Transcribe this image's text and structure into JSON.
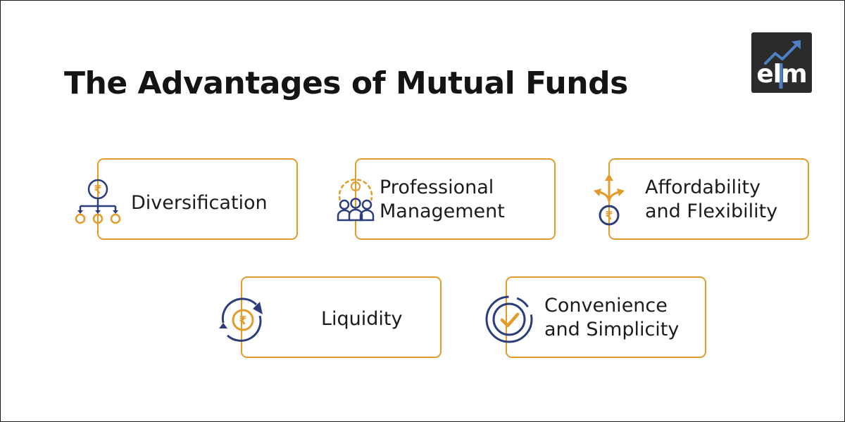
{
  "title": "The Advantages of Mutual Funds",
  "logo": {
    "text": "elm",
    "accent_color": "#4d7fc4",
    "background_color": "#2b2b2b"
  },
  "colors": {
    "card_border": "#e39b2a",
    "icon_orange": "#e39b2a",
    "icon_navy": "#2c3e7a"
  },
  "advantages": [
    {
      "icon": "diversification-icon",
      "line1": "Diversification",
      "line2": ""
    },
    {
      "icon": "professional-management-icon",
      "line1": "Professional",
      "line2": "Management"
    },
    {
      "icon": "affordability-flexibility-icon",
      "line1": "Affordability",
      "line2": "and Flexibility"
    },
    {
      "icon": "liquidity-icon",
      "line1": "Liquidity",
      "line2": ""
    },
    {
      "icon": "convenience-simplicity-icon",
      "line1": "Convenience",
      "line2": "and Simplicity"
    }
  ]
}
